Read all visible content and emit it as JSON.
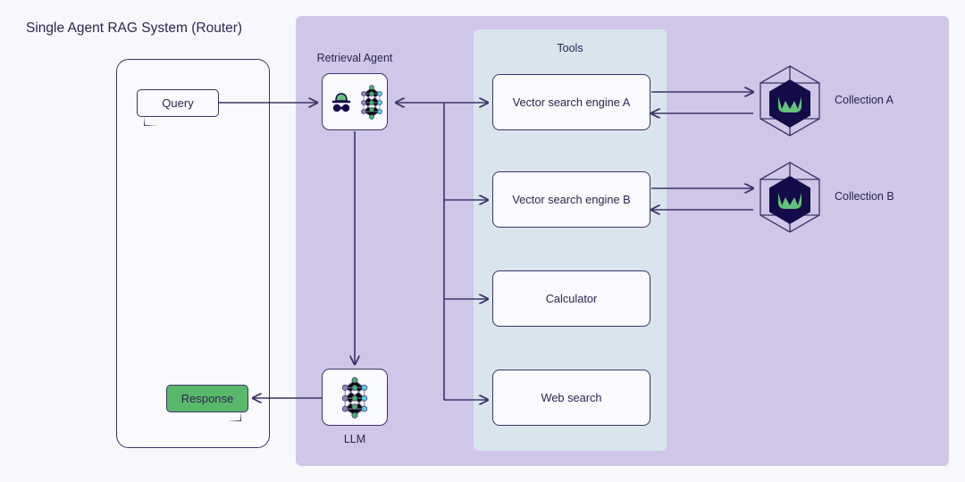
{
  "title": "Single Agent RAG System (Router)",
  "colors": {
    "background": "#f7f8fb",
    "agent_panel": "#cfc6e8",
    "tools_panel": "#d9e5ec",
    "node_fill": "#f9fafd",
    "stroke": "#3b3368",
    "text": "#2b2550",
    "response_green": "#59b96b",
    "logo_green": "#66c17a",
    "logo_navy": "#130c49"
  },
  "captions": {
    "retrieval_agent": "Retrieval Agent",
    "tools": "Tools",
    "llm": "LLM"
  },
  "bubbles": {
    "query": "Query",
    "response": "Response"
  },
  "tools": [
    {
      "id": "vector-search-engine-a",
      "label": "Vector search engine A"
    },
    {
      "id": "vector-search-engine-b",
      "label": "Vector search engine B"
    },
    {
      "id": "calculator",
      "label": "Calculator"
    },
    {
      "id": "web-search",
      "label": "Web search"
    }
  ],
  "collections": [
    {
      "id": "collection-a",
      "label": "Collection A",
      "logo": "weaviate-hex-logo"
    },
    {
      "id": "collection-b",
      "label": "Collection B",
      "logo": "weaviate-hex-logo"
    }
  ],
  "nodes": {
    "retrieval_agent_icon": "incognito-hat-and-neural-network-icon",
    "llm_icon": "neural-network-icon"
  }
}
